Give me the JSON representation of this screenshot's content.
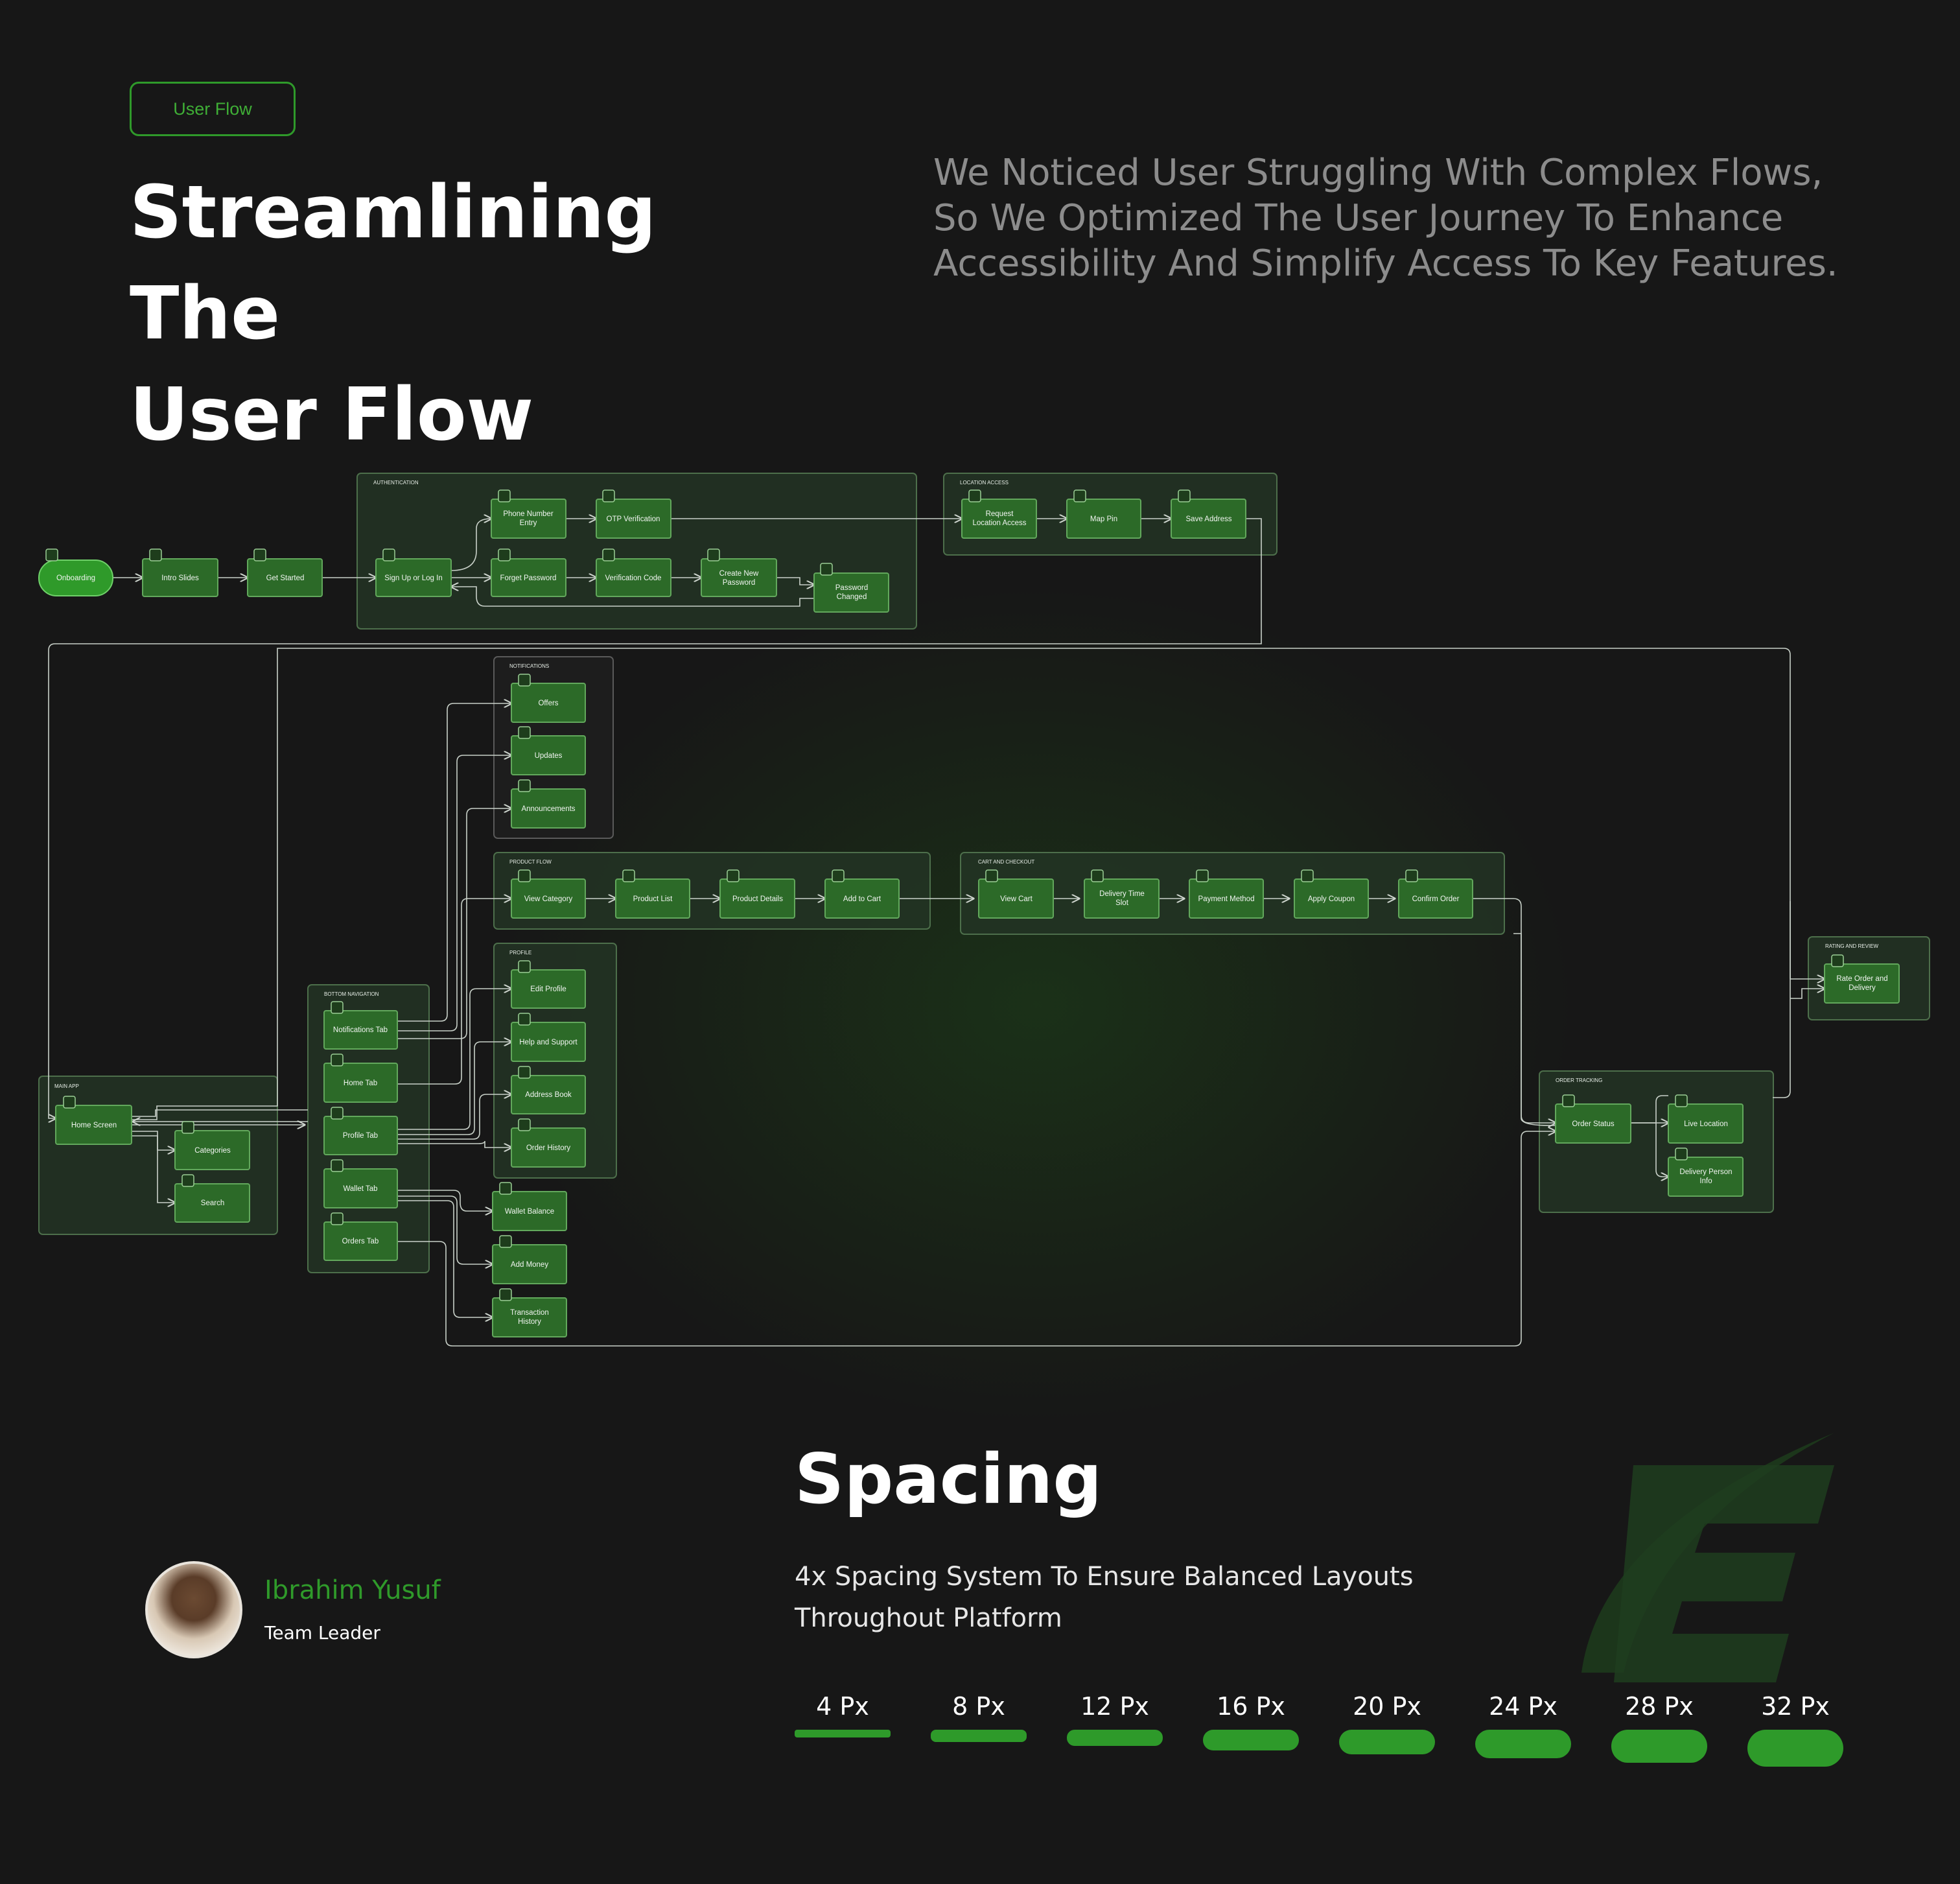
{
  "header": {
    "tag": "User Flow",
    "title_line1": "Streamlining The",
    "title_line2": "User Flow",
    "desc_line1": "We Noticed User Struggling With Complex Flows,",
    "desc_line2": "So We Optimized The User Journey To Enhance",
    "desc_line3": "Accessibility And Simplify Access To Key Features."
  },
  "flow": {
    "groups": {
      "authentication": "AUTHENTICATION",
      "location_access": "LOCATION ACCESS",
      "notifications": "NOTIFICATIONS",
      "product_flow": "PRODUCT FLOW",
      "cart_and_checkout": "CART AND CHECKOUT",
      "profile": "PROFILE",
      "bottom_navigation": "BOTTOM NAVIGATION",
      "main_app": "MAIN APP",
      "order_tracking": "ORDER TRACKING",
      "rating_and_review": "RATING AND REVIEW"
    },
    "nodes": {
      "onboarding": "Onboarding",
      "intro_slides": "Intro Slides",
      "get_started": "Get Started",
      "sign_up": "Sign Up or Log In",
      "phone_entry_1": "Phone Number",
      "phone_entry_2": "Entry",
      "otp": "OTP Verification",
      "forget_password": "Forget Password",
      "verification_code": "Verification Code",
      "create_password_1": "Create New",
      "create_password_2": "Password",
      "password_changed_1": "Password",
      "password_changed_2": "Changed",
      "request_location_1": "Request",
      "request_location_2": "Location Access",
      "map_pin": "Map Pin",
      "save_address": "Save Address",
      "offers": "Offers",
      "updates": "Updates",
      "announcements": "Announcements",
      "view_category": "View Category",
      "product_list": "Product List",
      "product_details": "Product Details",
      "add_to_cart": "Add to Cart",
      "view_cart": "View Cart",
      "delivery_slot_1": "Delivery Time",
      "delivery_slot_2": "Slot",
      "payment_method": "Payment Method",
      "apply_coupon": "Apply Coupon",
      "confirm_order": "Confirm Order",
      "edit_profile": "Edit Profile",
      "help_support": "Help and Support",
      "address_book": "Address Book",
      "order_history": "Order History",
      "notifications_tab": "Notifications Tab",
      "home_tab": "Home Tab",
      "profile_tab": "Profile Tab",
      "wallet_tab": "Wallet Tab",
      "orders_tab": "Orders Tab",
      "wallet_balance": "Wallet Balance",
      "add_money": "Add Money",
      "transaction_history_1": "Transaction",
      "transaction_history_2": "History",
      "home_screen": "Home Screen",
      "categories": "Categories",
      "search": "Search",
      "order_status": "Order Status",
      "live_location": "Live Location",
      "delivery_person_1": "Delivery Person",
      "delivery_person_2": "Info",
      "rate_order_1": "Rate Order and",
      "rate_order_2": "Delivery"
    }
  },
  "spacing": {
    "title": "Spacing",
    "desc_line1": "4x Spacing System To Ensure Balanced Layouts",
    "desc_line2": "Throughout Platform",
    "scale": [
      {
        "label": "4 Px",
        "value": 4
      },
      {
        "label": "8 Px",
        "value": 8
      },
      {
        "label": "12 Px",
        "value": 12
      },
      {
        "label": "16 Px",
        "value": 16
      },
      {
        "label": "20 Px",
        "value": 20
      },
      {
        "label": "24 Px",
        "value": 24
      },
      {
        "label": "28 Px",
        "value": 28
      },
      {
        "label": "32 Px",
        "value": 32
      }
    ]
  },
  "profile": {
    "name": "Ibrahim Yusuf",
    "role": "Team Leader"
  },
  "colors": {
    "background": "#171717",
    "accent": "#2e9a2a",
    "node_fill": "#2c6a28",
    "group_fill": "#243524"
  }
}
